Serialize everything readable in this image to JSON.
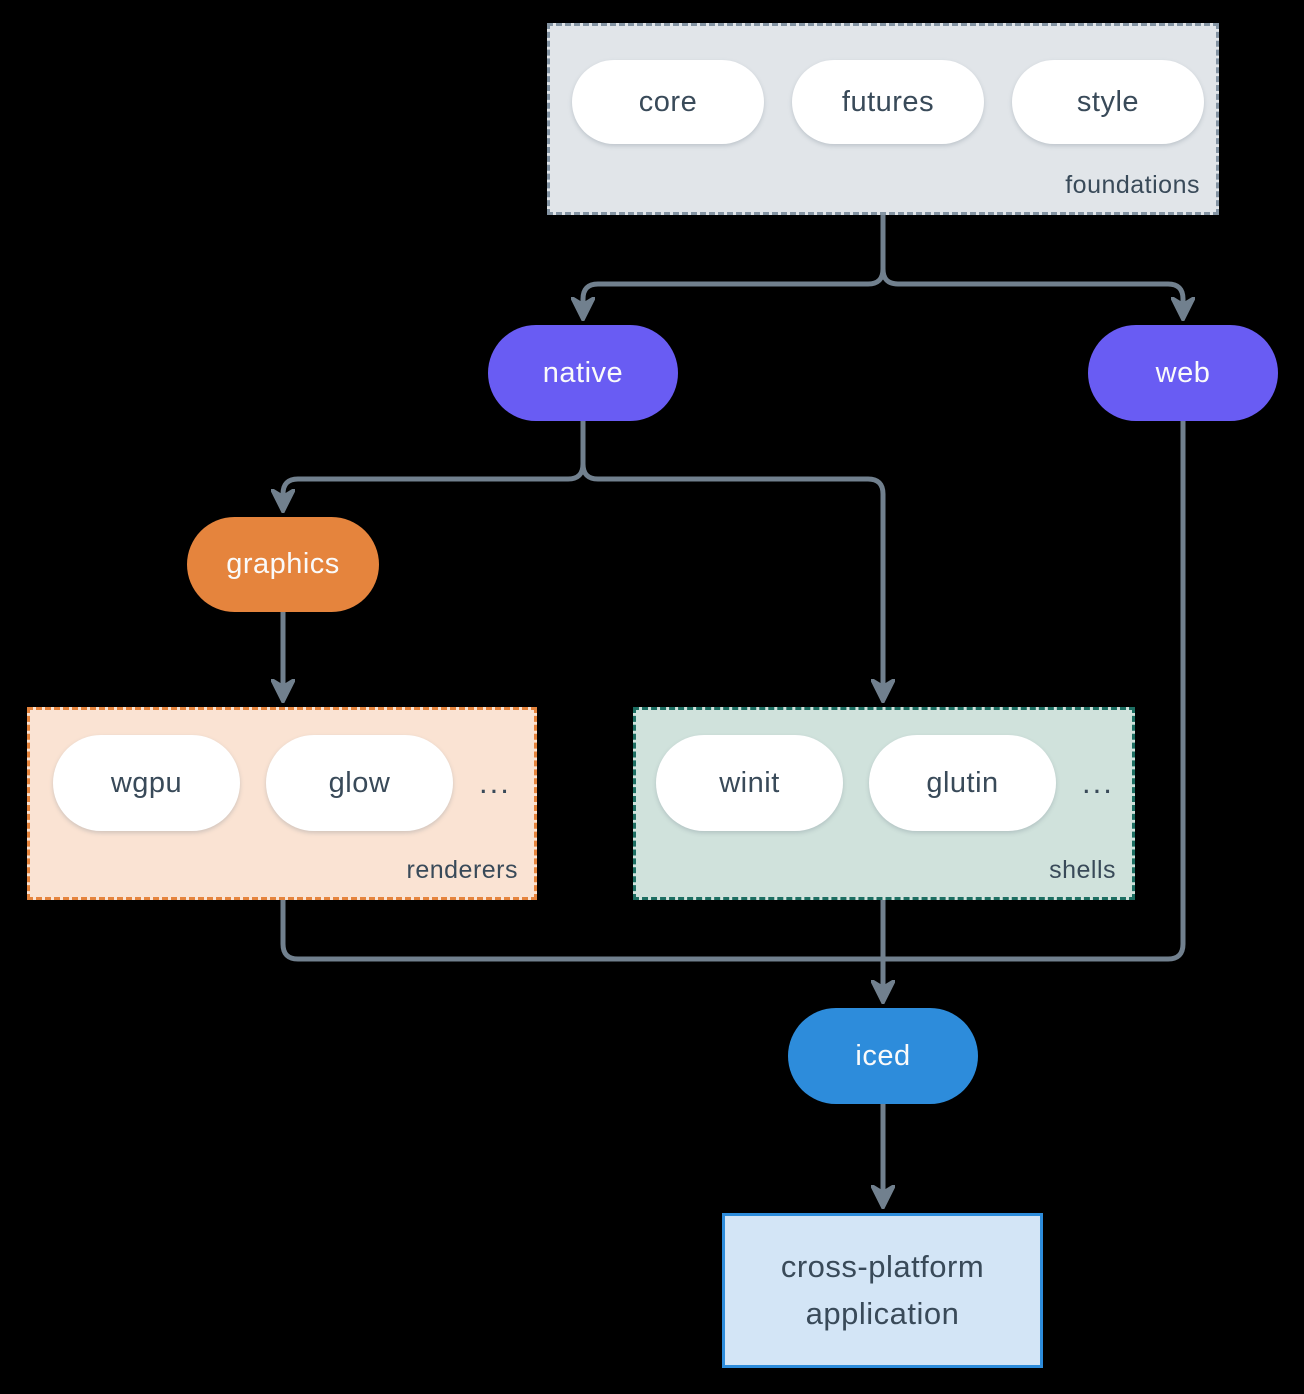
{
  "colors": {
    "bg": "#000000",
    "line": "#71808e",
    "ink": "#394a59",
    "purple": "#695cf3",
    "orange": "#e5843d",
    "blue": "#2d8cdb",
    "foundations-fill": "#e1e5e9",
    "foundations-border": "#8494a3",
    "renderers-fill": "#fae3d3",
    "shells-fill": "#d0e2dc",
    "shells-border": "#1d6e62",
    "app-fill": "#d3e5f6"
  },
  "foundations": {
    "label": "foundations",
    "pills": [
      "core",
      "futures",
      "style"
    ]
  },
  "native": {
    "label": "native"
  },
  "web": {
    "label": "web"
  },
  "graphics": {
    "label": "graphics"
  },
  "renderers": {
    "label": "renderers",
    "pills": [
      "wgpu",
      "glow"
    ],
    "ellipsis": "..."
  },
  "shells": {
    "label": "shells",
    "pills": [
      "winit",
      "glutin"
    ],
    "ellipsis": "..."
  },
  "iced": {
    "label": "iced"
  },
  "application": {
    "line1": "cross-platform",
    "line2": "application"
  }
}
